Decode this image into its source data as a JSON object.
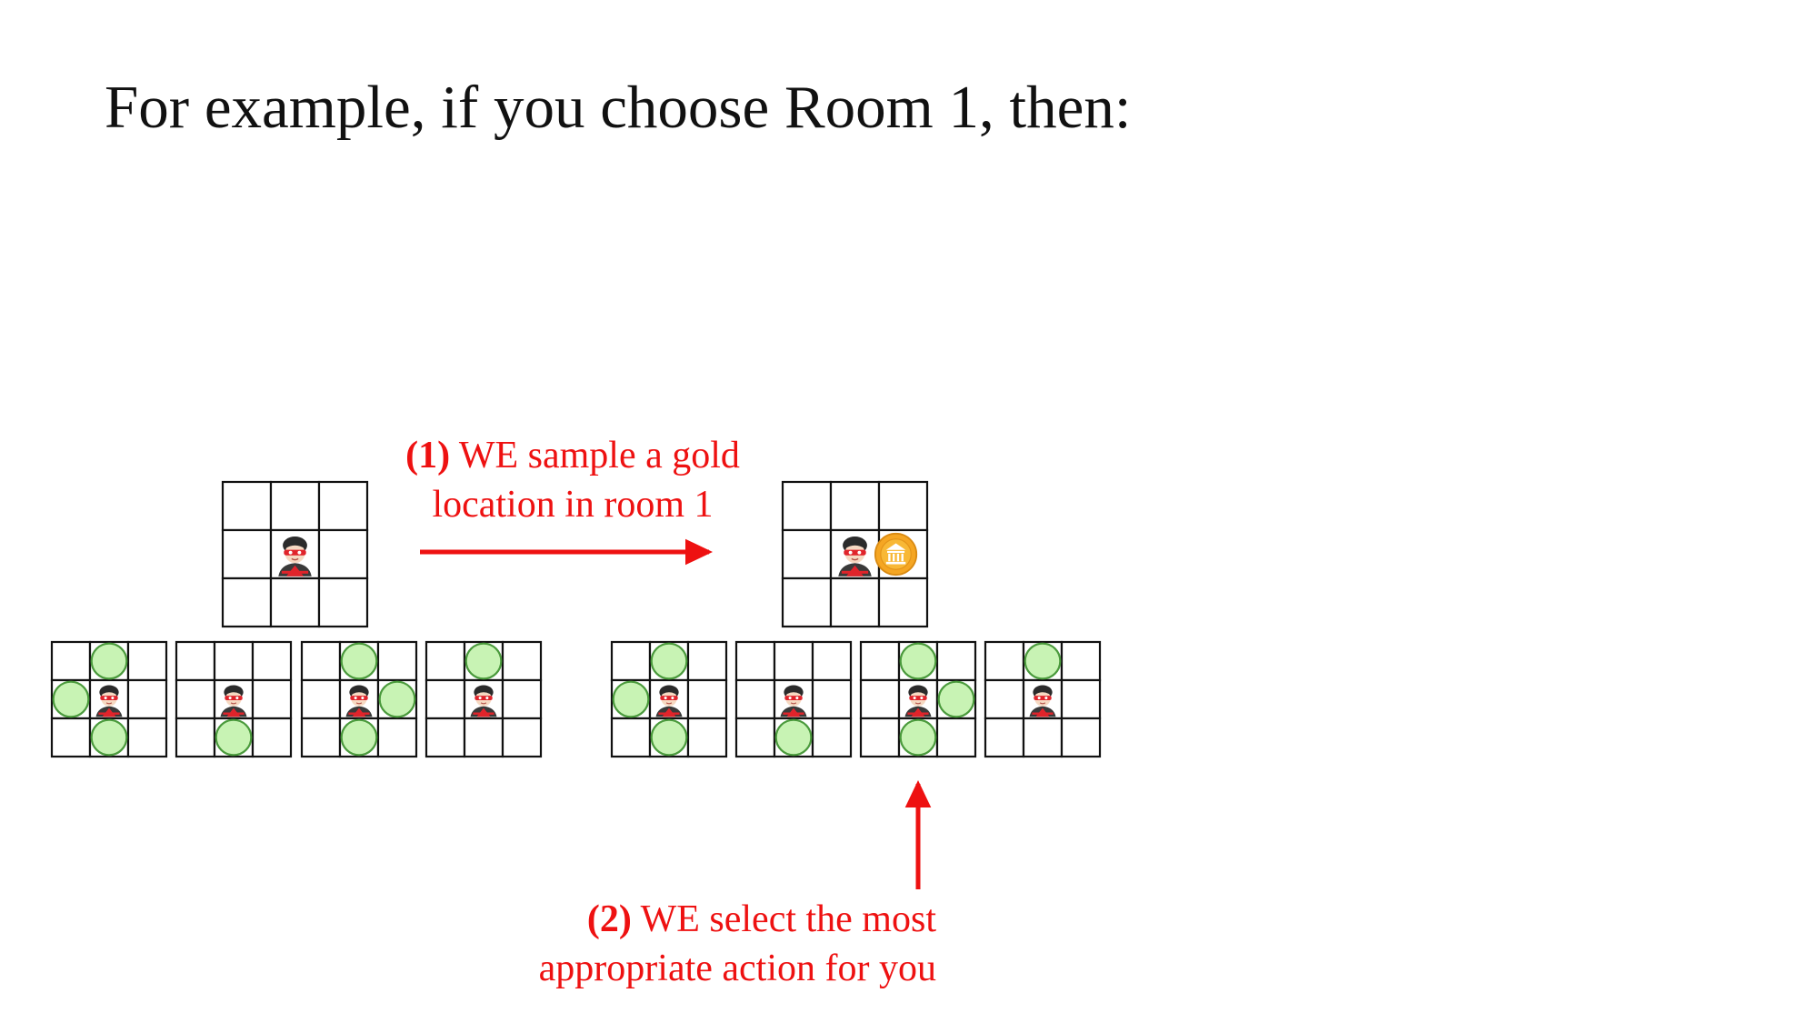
{
  "slide": {
    "title": "For example, if you choose Room 1, then:"
  },
  "annotations": {
    "step1": {
      "number": "(1)",
      "line1": "WE sample a gold",
      "line2": "location in room 1"
    },
    "step2": {
      "number": "(2)",
      "line1": "WE select the most",
      "line2": "appropriate action for you"
    }
  },
  "colors": {
    "annotation": "#ee1111",
    "grid_line": "#111111",
    "reachable_cell": "#c8f3b4",
    "reachable_stroke": "#4a9a3c",
    "gold": "#f5a623"
  },
  "icons": {
    "agent": "agent-avatar-icon",
    "gold": "gold-coin-icon",
    "reachable": "reachable-cell-marker"
  },
  "grids": {
    "before_room": {
      "agent": [
        1,
        1
      ]
    },
    "after_room": {
      "agent": [
        1,
        1
      ],
      "gold": [
        1,
        2
      ]
    },
    "action_options": [
      {
        "agent": [
          1,
          1
        ],
        "circles": [
          [
            0,
            1
          ],
          [
            1,
            0
          ],
          [
            2,
            1
          ]
        ]
      },
      {
        "agent": [
          1,
          1
        ],
        "circles": [
          [
            2,
            1
          ]
        ]
      },
      {
        "agent": [
          1,
          1
        ],
        "circles": [
          [
            0,
            1
          ],
          [
            1,
            2
          ],
          [
            2,
            1
          ]
        ]
      },
      {
        "agent": [
          1,
          1
        ],
        "circles": [
          [
            0,
            1
          ]
        ]
      }
    ],
    "selected_option": 2
  }
}
